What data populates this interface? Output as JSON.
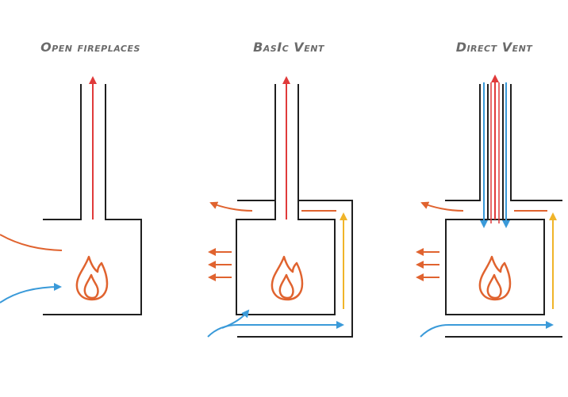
{
  "titles": {
    "open": "Open fireplaces",
    "basic": "BasIc Vent",
    "direct": "Direct Vent"
  },
  "colors": {
    "exhaust": "#e03a3a",
    "warm_air": "#e0632f",
    "fresh_air": "#3a9ad9",
    "heated_air": "#f0b429",
    "wall": "#1f1f1f",
    "title": "#6b6b6b"
  },
  "icons": [
    "flame-icon",
    "arrow-icon"
  ]
}
